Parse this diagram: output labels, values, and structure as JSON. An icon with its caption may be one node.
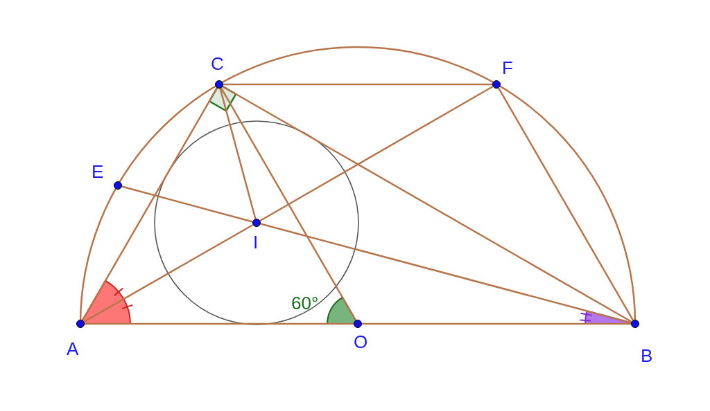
{
  "diagram": {
    "nodes": [
      {
        "text": [
          "C"
        ]
      },
      {
        "text": [
          "F"
        ]
      },
      {
        "text": [
          "E"
        ]
      },
      {
        "text": [
          "I"
        ]
      },
      {
        "text": [
          "A"
        ]
      },
      {
        "text": [
          "O"
        ]
      },
      {
        "text": [
          "B"
        ]
      }
    ],
    "edges": [
      {
        "from": 0,
        "to": 1,
        "arrow": "none"
      },
      {
        "from": 4,
        "to": 0,
        "arrow": "none"
      },
      {
        "from": 0,
        "to": 3,
        "arrow": "none"
      },
      {
        "from": 0,
        "to": 5,
        "arrow": "none"
      },
      {
        "from": 0,
        "to": 6,
        "arrow": "none"
      },
      {
        "from": 4,
        "to": 3,
        "arrow": "none"
      },
      {
        "from": 3,
        "to": 1,
        "arrow": "none"
      },
      {
        "from": 2,
        "to": 3,
        "arrow": "none"
      },
      {
        "from": 3,
        "to": 6,
        "arrow": "none"
      },
      {
        "from": 1,
        "to": 6,
        "arrow": "none"
      },
      {
        "from": 4,
        "to": 5,
        "arrow": "none"
      },
      {
        "from": 5,
        "to": 6,
        "arrow": "none"
      }
    ],
    "labels": [
      "60°"
    ]
  }
}
